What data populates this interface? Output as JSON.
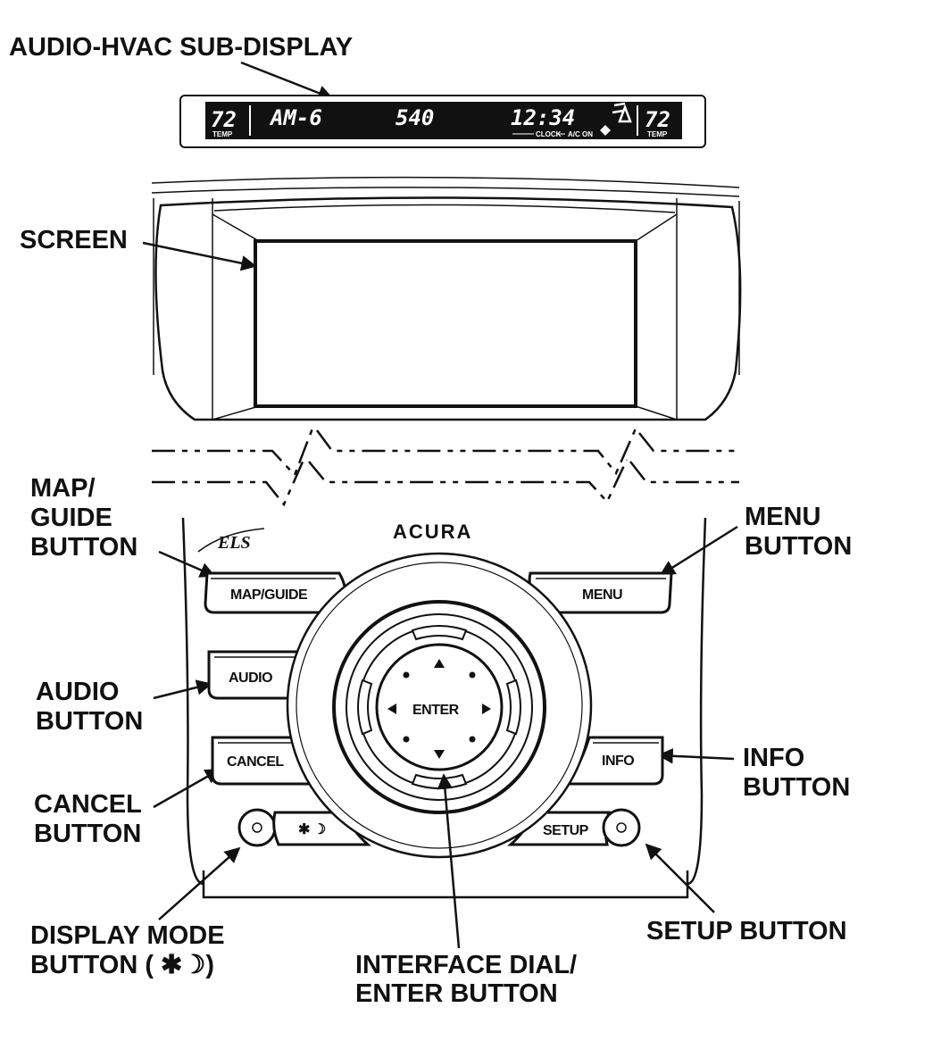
{
  "callouts": {
    "sub_display": "AUDIO-HVAC SUB-DISPLAY",
    "screen": "SCREEN",
    "map_guide_l1": "MAP/",
    "map_guide_l2": "GUIDE",
    "map_guide_l3": "BUTTON",
    "menu_l1": "MENU",
    "menu_l2": "BUTTON",
    "audio_l1": "AUDIO",
    "audio_l2": "BUTTON",
    "info_l1": "INFO",
    "info_l2": "BUTTON",
    "cancel_l1": "CANCEL",
    "cancel_l2": "BUTTON",
    "display_mode_l1": "DISPLAY MODE",
    "display_mode_l2": "BUTTON ( ✱☽)",
    "setup": "SETUP BUTTON",
    "dial_l1": "INTERFACE DIAL/",
    "dial_l2": "ENTER BUTTON"
  },
  "sub_display": {
    "temp_left": "72",
    "temp_left_label": "TEMP",
    "band": "AM-6",
    "frequency": "540",
    "clock": "12:34",
    "clock_label": "CLOCK",
    "ac_label": "A/C ON",
    "temp_right": "72",
    "temp_right_label": "TEMP"
  },
  "console": {
    "brand": "ACURA",
    "logo": "ELS",
    "map_guide_button": "MAP/GUIDE",
    "menu_button": "MENU",
    "audio_button": "AUDIO",
    "cancel_button": "CANCEL",
    "info_button": "INFO",
    "setup_button": "SETUP",
    "display_mode_button": "✱ ☽",
    "enter_label": "ENTER"
  }
}
